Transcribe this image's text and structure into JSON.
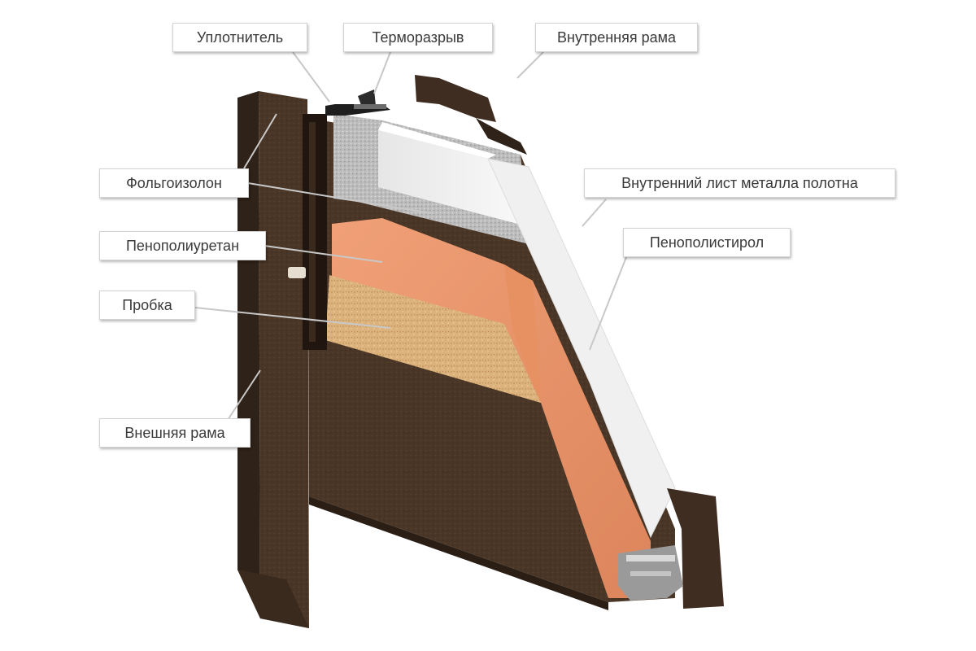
{
  "labels": {
    "seal": "Уплотнитель",
    "thermal_break": "Терморазрыв",
    "inner_frame": "Внутренняя рама",
    "foil_isolon": "Фольгоизолон",
    "inner_sheet": "Внутренний лист металла полотна",
    "polyurethane_foam": "Пенополиуретан",
    "polystyrene_foam": "Пенополистирол",
    "cork": "Пробка",
    "outer_frame": "Внешняя рама"
  },
  "colors": {
    "frame_brown": "#4a3626",
    "frame_brown_dark": "#2f2218",
    "polyurethane": "#e8936a",
    "cork": "#dcb27c",
    "polystyrene": "#f2f2f2",
    "foil": "#b9b9b9",
    "inner_sheet": "#e7e7e7"
  }
}
